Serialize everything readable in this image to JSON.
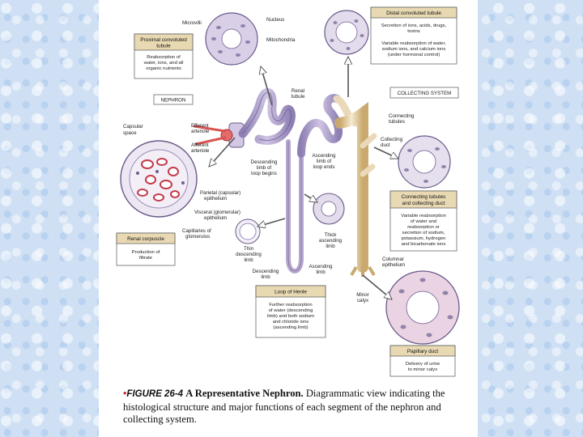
{
  "labels": {
    "microvilli": "Microvilli",
    "nucleus": "Nucleus",
    "mitochondria": "Mitochondria",
    "renal_tubule_1": "Renal",
    "renal_tubule_2": "tubule",
    "nephron": "NEPHRON",
    "collecting_system": "COLLECTING SYSTEM",
    "connecting_tubules_1": "Connecting",
    "connecting_tubules_2": "tubules",
    "collecting_duct_1": "Collecting",
    "collecting_duct_2": "duct",
    "capsular_space_1": "Capsular",
    "capsular_space_2": "space",
    "efferent_1": "Efferent",
    "efferent_2": "arteriole",
    "afferent_1": "Afferent",
    "afferent_2": "arteriole",
    "desc_limb_begins_1": "Descending",
    "desc_limb_begins_2": "limb of",
    "desc_limb_begins_3": "loop begins",
    "asc_limb_ends_1": "Ascending",
    "asc_limb_ends_2": "limb of",
    "asc_limb_ends_3": "loop ends",
    "parietal_1": "Parietal (capsular)",
    "parietal_2": "epithelium",
    "visceral_1": "Visceral (glomerular)",
    "visceral_2": "epithelium",
    "capillaries_1": "Capillaries of",
    "capillaries_2": "glomerulus",
    "thin_desc_1": "Thin",
    "thin_desc_2": "descending",
    "thin_desc_3": "limb",
    "thick_asc_1": "Thick",
    "thick_asc_2": "ascending",
    "thick_asc_3": "limb",
    "descending_limb_1": "Descending",
    "descending_limb_2": "limb",
    "ascending_limb_1": "Ascending",
    "ascending_limb_2": "limb",
    "columnar_1": "Columnar",
    "columnar_2": "epithelium",
    "minor_calyx_1": "Minor",
    "minor_calyx_2": "calyx"
  },
  "boxes": {
    "pct": {
      "title": [
        "Proximal convoluted",
        "tubule"
      ],
      "body": [
        "Reabsorption of",
        "water, ions, and all",
        "organic nutrients"
      ]
    },
    "dct": {
      "title": [
        "Distal convoluted tubule"
      ],
      "body": [
        "Secretion of ions, acids, drugs,",
        "toxins",
        "Variable reabsorption of water,",
        "sodium ions, and calcium ions",
        "(under hormonal control)"
      ]
    },
    "renal_corpuscle": {
      "title": [
        "Renal corpuscle"
      ],
      "body": [
        "Production of",
        "filtrate"
      ]
    },
    "connecting": {
      "title": [
        "Connecting tubules",
        "and collecting duct"
      ],
      "body": [
        "Variable reabsorption",
        "of water and",
        "reabsorption or",
        "secretion of sodium,",
        "potassium, hydrogen",
        "and bicarbonate ions"
      ]
    },
    "loop": {
      "title": [
        "Loop of Henle"
      ],
      "body": [
        "Further reabsorption",
        "of water (descending",
        "limb) and both sodium",
        "and chloride ions",
        "(ascending limb)"
      ]
    },
    "papillary": {
      "title": [
        "Papillary duct"
      ],
      "body": [
        "Delivery of urine",
        "to minor calyx"
      ]
    }
  },
  "caption": {
    "figure_label": "FIGURE 26-4",
    "title": "A Representative Nephron.",
    "text": "Diagrammatic view indicating the histological structure and major functions of each segment of the nephron and collecting system."
  },
  "colors": {
    "tubule": "#b7a8cf",
    "duct": "#ead9b8",
    "vessel": "#d9534f",
    "box_header": "#e8d9b3",
    "background": "#cfe0f4"
  }
}
